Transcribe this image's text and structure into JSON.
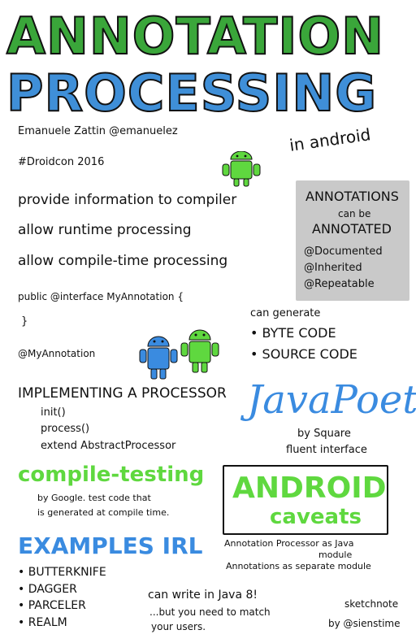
{
  "title": {
    "line1": "ANNOTATION",
    "line2": "PROCESSING",
    "subtitle": "in android"
  },
  "author": {
    "name": "Emanuele Zattin @emanuelez",
    "event": "#Droidcon 2016"
  },
  "intro": {
    "items": [
      "provide information to compiler",
      "allow runtime processing",
      "allow compile-time processing"
    ]
  },
  "annotated_box": {
    "heading_1": "ANNOTATIONS",
    "heading_2": "can be",
    "heading_3": "ANNOTATED",
    "items": [
      "@Documented",
      "@Inherited",
      "@Repeatable"
    ]
  },
  "interface": {
    "decl": "public @interface MyAnnotation {",
    "close": "}",
    "usage": "@MyAnnotation"
  },
  "generate": {
    "heading": "can generate",
    "items": [
      "BYTE CODE",
      "SOURCE CODE"
    ]
  },
  "implementing": {
    "heading": "IMPLEMENTING A PROCESSOR",
    "items": [
      "init()",
      "process()",
      "extend AbstractProcessor"
    ]
  },
  "javapoet": {
    "name": "JavaPoet",
    "by": "by Square",
    "desc": "fluent interface"
  },
  "compile_testing": {
    "name": "compile-testing",
    "desc_1": "by Google. test code that",
    "desc_2": "is generated at compile time."
  },
  "android_box": {
    "line1": "ANDROID",
    "line2": "caveats",
    "note_1": "Annotation Processor as Java",
    "note_2": "module",
    "note_3": "Annotations as separate module"
  },
  "examples": {
    "heading": "EXAMPLES IRL",
    "items": [
      "BUTTERKNIFE",
      "DAGGER",
      "PARCELER",
      "REALM"
    ]
  },
  "java8": {
    "line1": "can write in Java 8!",
    "line2": "...but you need to match",
    "line3": "your users."
  },
  "credit": {
    "line1": "sketchnote",
    "line2": "by @sienstime"
  },
  "colors": {
    "green": "#5fd83f",
    "blue": "#3a8be0",
    "gray": "#c9c9c9"
  },
  "icons": [
    "android-robot-icon"
  ]
}
